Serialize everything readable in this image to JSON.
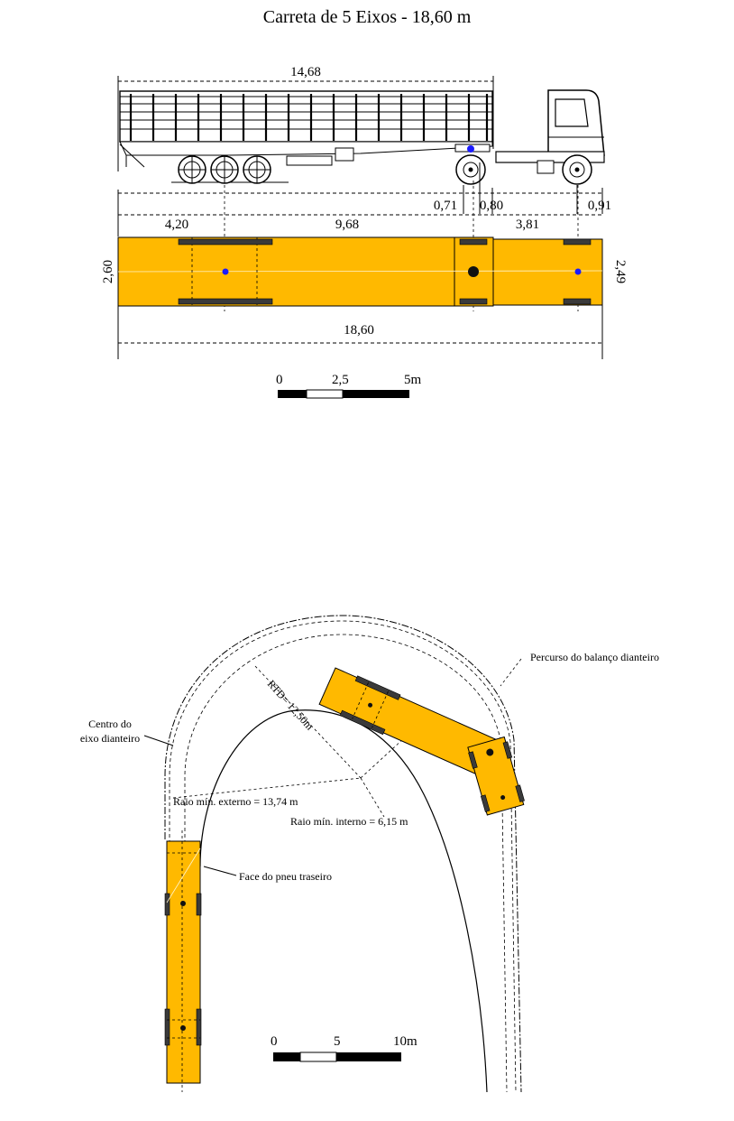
{
  "title": "Carreta de 5 Eixos - 18,60 m",
  "colors": {
    "body": "#ffb900",
    "axle_dot": "#1a1aff",
    "line": "#000000"
  },
  "side_view": {
    "trailer_length": "14,68",
    "dims": {
      "d1": "0,71",
      "d2": "0,80",
      "d3": "0,91"
    }
  },
  "plan_view": {
    "segments": {
      "rear_overhang": "4,20",
      "wheelbase": "9,68",
      "cab_wheelbase": "3,81"
    },
    "width_left": "2,60",
    "width_right": "2,49",
    "total_length": "18,60"
  },
  "scale_top": {
    "l0": "0",
    "l1": "2,5",
    "l2": "5m"
  },
  "turning": {
    "label_front_center": [
      "Centro do",
      "eixo dianteiro"
    ],
    "label_overhang_path": "Percurso do balanço dianteiro",
    "label_rtd": "RTD= 12,50m",
    "label_outer_radius": "Raio mín. externo = 13,74 m",
    "label_inner_radius": "Raio mín. interno = 6,15 m",
    "label_rear_tire": "Face do pneu traseiro"
  },
  "scale_bottom": {
    "l0": "0",
    "l1": "5",
    "l2": "10m"
  }
}
